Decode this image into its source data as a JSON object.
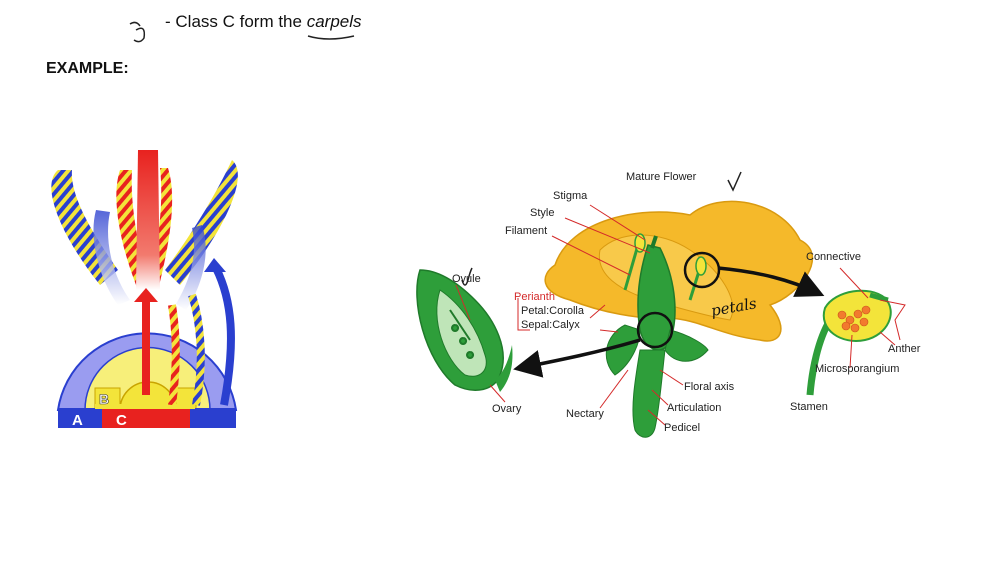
{
  "header": {
    "prefix": "- Class C form the ",
    "emph": "carpels",
    "example": "EXAMPLE:"
  },
  "abc_model": {
    "labels": {
      "a": "A",
      "b": "B",
      "c": "C"
    },
    "colors": {
      "a": "#2a3fcf",
      "b": "#f3e43a",
      "c": "#e8221f",
      "arc": "#9a9cf0",
      "inner": "#f7ef7a"
    }
  },
  "flower": {
    "title": "Mature Flower",
    "labels": {
      "stigma": "Stigma",
      "style": "Style",
      "filament": "Filament",
      "ovule": "Ovule",
      "perianth": "Perianth",
      "petal": "Petal:Corolla",
      "sepal": "Sepal:Calyx",
      "connective": "Connective",
      "anther": "Anther",
      "microsporangium": "Microsporangium",
      "stamen": "Stamen",
      "floral_axis": "Floral axis",
      "articulation": "Articulation",
      "pedicel": "Pedicel",
      "nectary": "Nectary",
      "ovary": "Ovary"
    },
    "handwriting": "petals",
    "colors": {
      "petal": "#f5b92a",
      "green": "#2e9e3a",
      "dark_green": "#1f7a2a",
      "callout": "#d42a2a"
    }
  }
}
